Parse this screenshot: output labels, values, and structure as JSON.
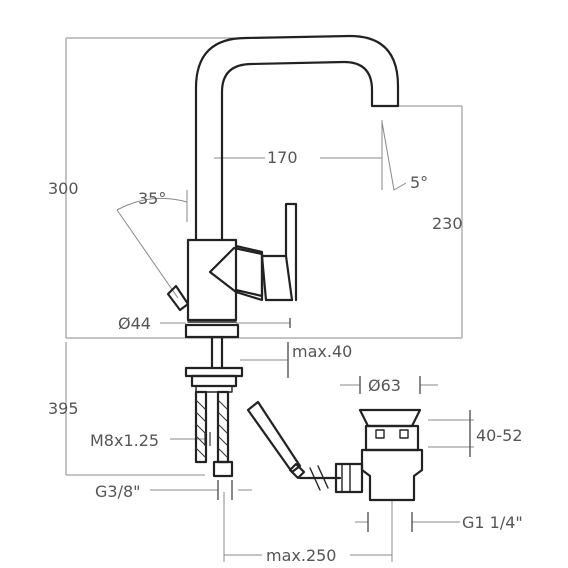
{
  "dimensions": {
    "total_height": "300",
    "spout_height": "230",
    "spout_reach": "170",
    "spout_angle": "5°",
    "lever_angle": "35°",
    "body_diameter": "Ø44",
    "deck_thickness": "max.40",
    "mount_depth": "395",
    "stud_thread": "M8x1.25",
    "hose_thread": "G3/8\"",
    "waste_diameter": "Ø63",
    "waste_thickness": "40-52",
    "waste_thread": "G1 1/4\"",
    "rod_length": "max.250"
  },
  "colors": {
    "line": "#222222",
    "dimension": "#888888",
    "text": "#555555"
  }
}
